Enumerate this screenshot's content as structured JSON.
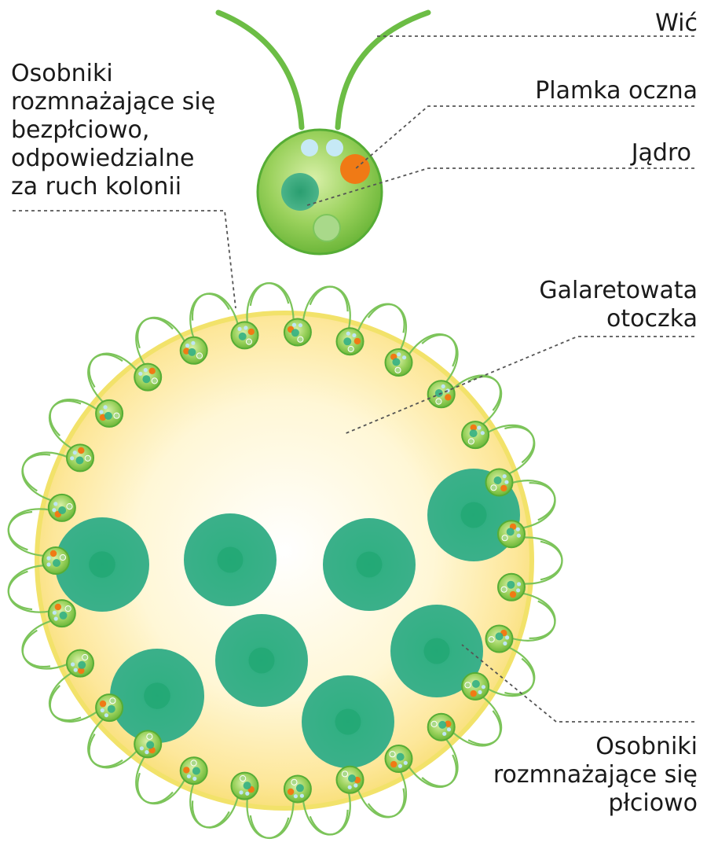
{
  "labels": {
    "flagellum": "Wić",
    "eyespot": "Plamka oczna",
    "nucleus": "Jądro",
    "asexual": "Osobniki\nrozmnażające się\nbezpłciowo,\nodpowiedzialne\nza ruch kolonii",
    "envelope": "Galaretowata\notoczka",
    "sexual": "Osobniki\nrozmnażające się\npłciowo"
  },
  "colors": {
    "cell_green": "#7cc242",
    "cell_dark": "#4ea82e",
    "gonidium": "#34b083",
    "gonidium_core": "#22a874",
    "eyespot": "#f07a15",
    "vacuole": "#bfe6f5",
    "envelope_fill": "#fff4c4",
    "envelope_border": "#f2e26a",
    "leader": "#555555"
  },
  "icons": [
    "flagellum-icon",
    "eyespot-icon",
    "nucleus-icon",
    "somatic-cell-icon",
    "gonidium-icon"
  ]
}
